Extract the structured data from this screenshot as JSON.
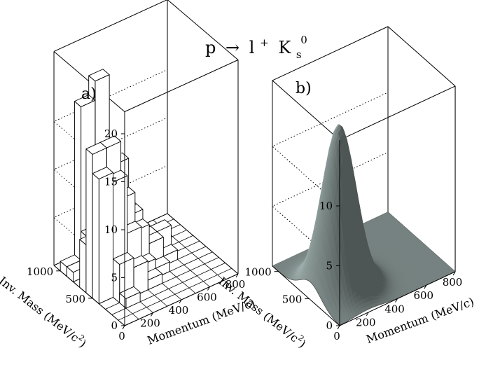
{
  "figure": {
    "title": {
      "particle": "p",
      "arrow": "→",
      "lepton": "l",
      "lepton_charge": "+",
      "kaon": "K",
      "kaon_sub": "s",
      "kaon_sup": "0"
    }
  },
  "chart_data": [
    {
      "panel_label": "a)",
      "type": "bar3d",
      "description_free": true,
      "x_axis": {
        "label": "Momentum (MeV/c)",
        "ticks": [
          "0",
          "200",
          "400",
          "600",
          "800"
        ],
        "range": [
          0,
          800
        ]
      },
      "y_axis": {
        "label_prefix": "Inv. Mass (MeV/c",
        "label_sup": "2",
        "label_suffix": ")",
        "ticks": [
          "500",
          "1000"
        ],
        "range": [
          0,
          1100
        ]
      },
      "z_axis": {
        "ticks": [
          "0",
          "5",
          "10",
          "15",
          "20"
        ],
        "range": [
          0,
          20
        ]
      },
      "bars": [
        {
          "momentum": 50,
          "mass": 950,
          "count": 1
        },
        {
          "momentum": 50,
          "mass": 850,
          "count": 1
        },
        {
          "momentum": 50,
          "mass": 650,
          "count": 5
        },
        {
          "momentum": 50,
          "mass": 550,
          "count": 15
        },
        {
          "momentum": 50,
          "mass": 450,
          "count": 13
        },
        {
          "momentum": 150,
          "mass": 950,
          "count": 17
        },
        {
          "momentum": 150,
          "mass": 850,
          "count": 4
        },
        {
          "momentum": 150,
          "mass": 750,
          "count": 3
        },
        {
          "momentum": 150,
          "mass": 650,
          "count": 10
        },
        {
          "momentum": 150,
          "mass": 550,
          "count": 15
        },
        {
          "momentum": 150,
          "mass": 450,
          "count": 12
        },
        {
          "momentum": 150,
          "mass": 350,
          "count": 4
        },
        {
          "momentum": 150,
          "mass": 250,
          "count": 1
        },
        {
          "momentum": 250,
          "mass": 950,
          "count": 19
        },
        {
          "momentum": 250,
          "mass": 850,
          "count": 3
        },
        {
          "momentum": 250,
          "mass": 750,
          "count": 8
        },
        {
          "momentum": 250,
          "mass": 650,
          "count": 12
        },
        {
          "momentum": 250,
          "mass": 550,
          "count": 9
        },
        {
          "momentum": 250,
          "mass": 450,
          "count": 6
        },
        {
          "momentum": 250,
          "mass": 350,
          "count": 3
        },
        {
          "momentum": 350,
          "mass": 850,
          "count": 2
        },
        {
          "momentum": 350,
          "mass": 750,
          "count": 6
        },
        {
          "momentum": 350,
          "mass": 650,
          "count": 6
        },
        {
          "momentum": 350,
          "mass": 550,
          "count": 5
        },
        {
          "momentum": 350,
          "mass": 450,
          "count": 2
        },
        {
          "momentum": 350,
          "mass": 350,
          "count": 1
        },
        {
          "momentum": 450,
          "mass": 750,
          "count": 3
        },
        {
          "momentum": 450,
          "mass": 650,
          "count": 3
        },
        {
          "momentum": 450,
          "mass": 550,
          "count": 3
        },
        {
          "momentum": 450,
          "mass": 450,
          "count": 1
        },
        {
          "momentum": 550,
          "mass": 750,
          "count": 2
        },
        {
          "momentum": 550,
          "mass": 650,
          "count": 3
        },
        {
          "momentum": 550,
          "mass": 550,
          "count": 1
        }
      ]
    },
    {
      "panel_label": "b)",
      "type": "surface",
      "x_axis": {
        "label": "Momentum (MeV/c)",
        "ticks": [
          "0",
          "200",
          "400",
          "600",
          "800"
        ],
        "range": [
          0,
          800
        ]
      },
      "y_axis": {
        "label_prefix": "Inv. Mass (MeV/c",
        "label_sup": "2",
        "label_suffix": ")",
        "ticks": [
          "500",
          "1000"
        ],
        "range": [
          0,
          1100
        ]
      },
      "z_axis": {
        "ticks": [
          "0",
          "5",
          "10"
        ],
        "range": [
          0,
          15
        ]
      },
      "surface": {
        "model": "gaussian",
        "peak_height": 13.5,
        "peak_momentum": 200,
        "peak_mass": 480,
        "sigma_momentum": 95,
        "sigma_mass": 170,
        "color": "#8e9d9b"
      }
    }
  ]
}
